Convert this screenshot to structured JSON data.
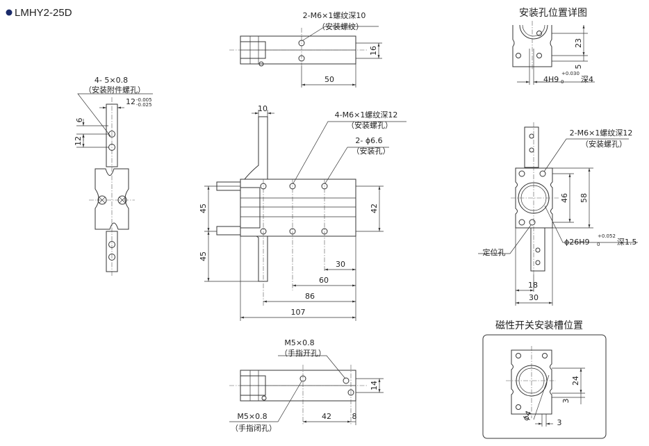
{
  "model": "LMHY2-25D",
  "titles": {
    "mount_detail": "安装孔位置详图",
    "switch_slot": "磁性开关安装槽位置"
  },
  "labels": {
    "top_thread": "2-M6×1螺纹深10",
    "top_thread_sub": "（安装螺纹）",
    "attach_thread": "4- 5×0.8",
    "attach_thread_sub": "（安装附件螺孔）",
    "tol_12": "12",
    "tol_12_upper": "-0.005",
    "tol_12_lower": "-0.025",
    "front_thread": "4-M6×1螺纹深12",
    "front_thread_sub": "（安装螺孔）",
    "front_hole": "2- ϕ6.6",
    "front_hole_sub": "（安装孔）",
    "right_thread": "2-M6×1螺纹深12",
    "right_thread_sub": "（安装螺孔）",
    "locating_hole": "定位孔",
    "bore_main": "ϕ26H9",
    "bore_upper": "+0.052",
    "bore_lower": "0",
    "bore_depth": "深1.5",
    "pin_main": "4H9",
    "pin_upper": "+0.030",
    "pin_lower": "0",
    "pin_depth": "深4",
    "open_hole": "M5×0.8",
    "open_hole_sub": "（手指开孔）",
    "close_hole": "M5×0.8",
    "close_hole_sub": "（手指闭孔）"
  },
  "dims": {
    "d16": "16",
    "d50": "50",
    "d6": "6",
    "d12": "12",
    "d10": "10",
    "d45a": "45",
    "d45b": "45",
    "d42": "42",
    "d30": "30",
    "d60": "60",
    "d86": "86",
    "d107": "107",
    "d23": "23",
    "d5": "5",
    "d46": "46",
    "d58": "58",
    "d18": "18",
    "d30b": "30",
    "d14": "14",
    "d42b": "42",
    "d8": "8",
    "d24": "24",
    "d3a": "3",
    "d3b": "3",
    "d4": "ϕ4"
  }
}
